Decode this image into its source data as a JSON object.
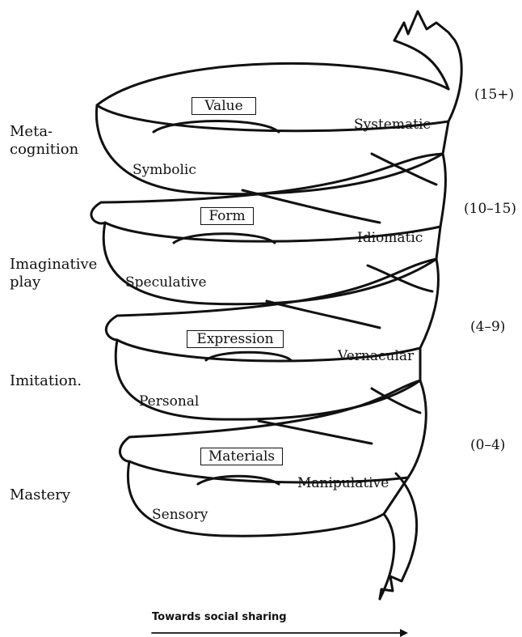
{
  "modes": [
    {
      "label": "Meta-\ncognition"
    },
    {
      "label": "Imaginative\nplay"
    },
    {
      "label": "Imitation."
    },
    {
      "label": "Mastery"
    }
  ],
  "ages": [
    "(15+)",
    "(10–15)",
    "(4–9)",
    "(0–4)"
  ],
  "elements": [
    "Value",
    "Form",
    "Expression",
    "Materials"
  ],
  "strands": [
    {
      "left": "Symbolic",
      "right": "Systematic"
    },
    {
      "left": "Speculative",
      "right": "Idiomatic"
    },
    {
      "left": "Personal",
      "right": "Vernacular"
    },
    {
      "left": "Sensory",
      "right": "Manipulative"
    }
  ],
  "arrow_label": "Towards social sharing"
}
